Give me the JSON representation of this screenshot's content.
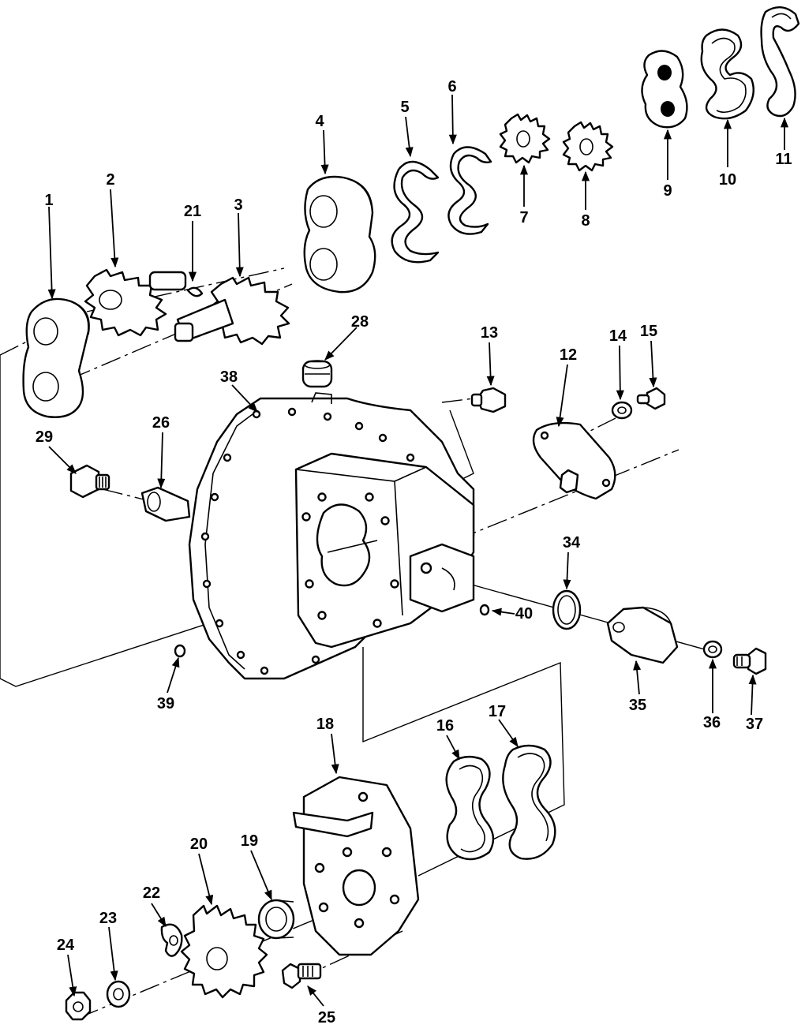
{
  "diagram": {
    "callouts": [
      "1",
      "2",
      "3",
      "4",
      "5",
      "6",
      "7",
      "8",
      "9",
      "10",
      "11",
      "12",
      "13",
      "14",
      "15",
      "16",
      "17",
      "18",
      "19",
      "20",
      "21",
      "22",
      "23",
      "24",
      "25",
      "26",
      "28",
      "29",
      "34",
      "35",
      "36",
      "37",
      "38",
      "39",
      "40"
    ]
  }
}
